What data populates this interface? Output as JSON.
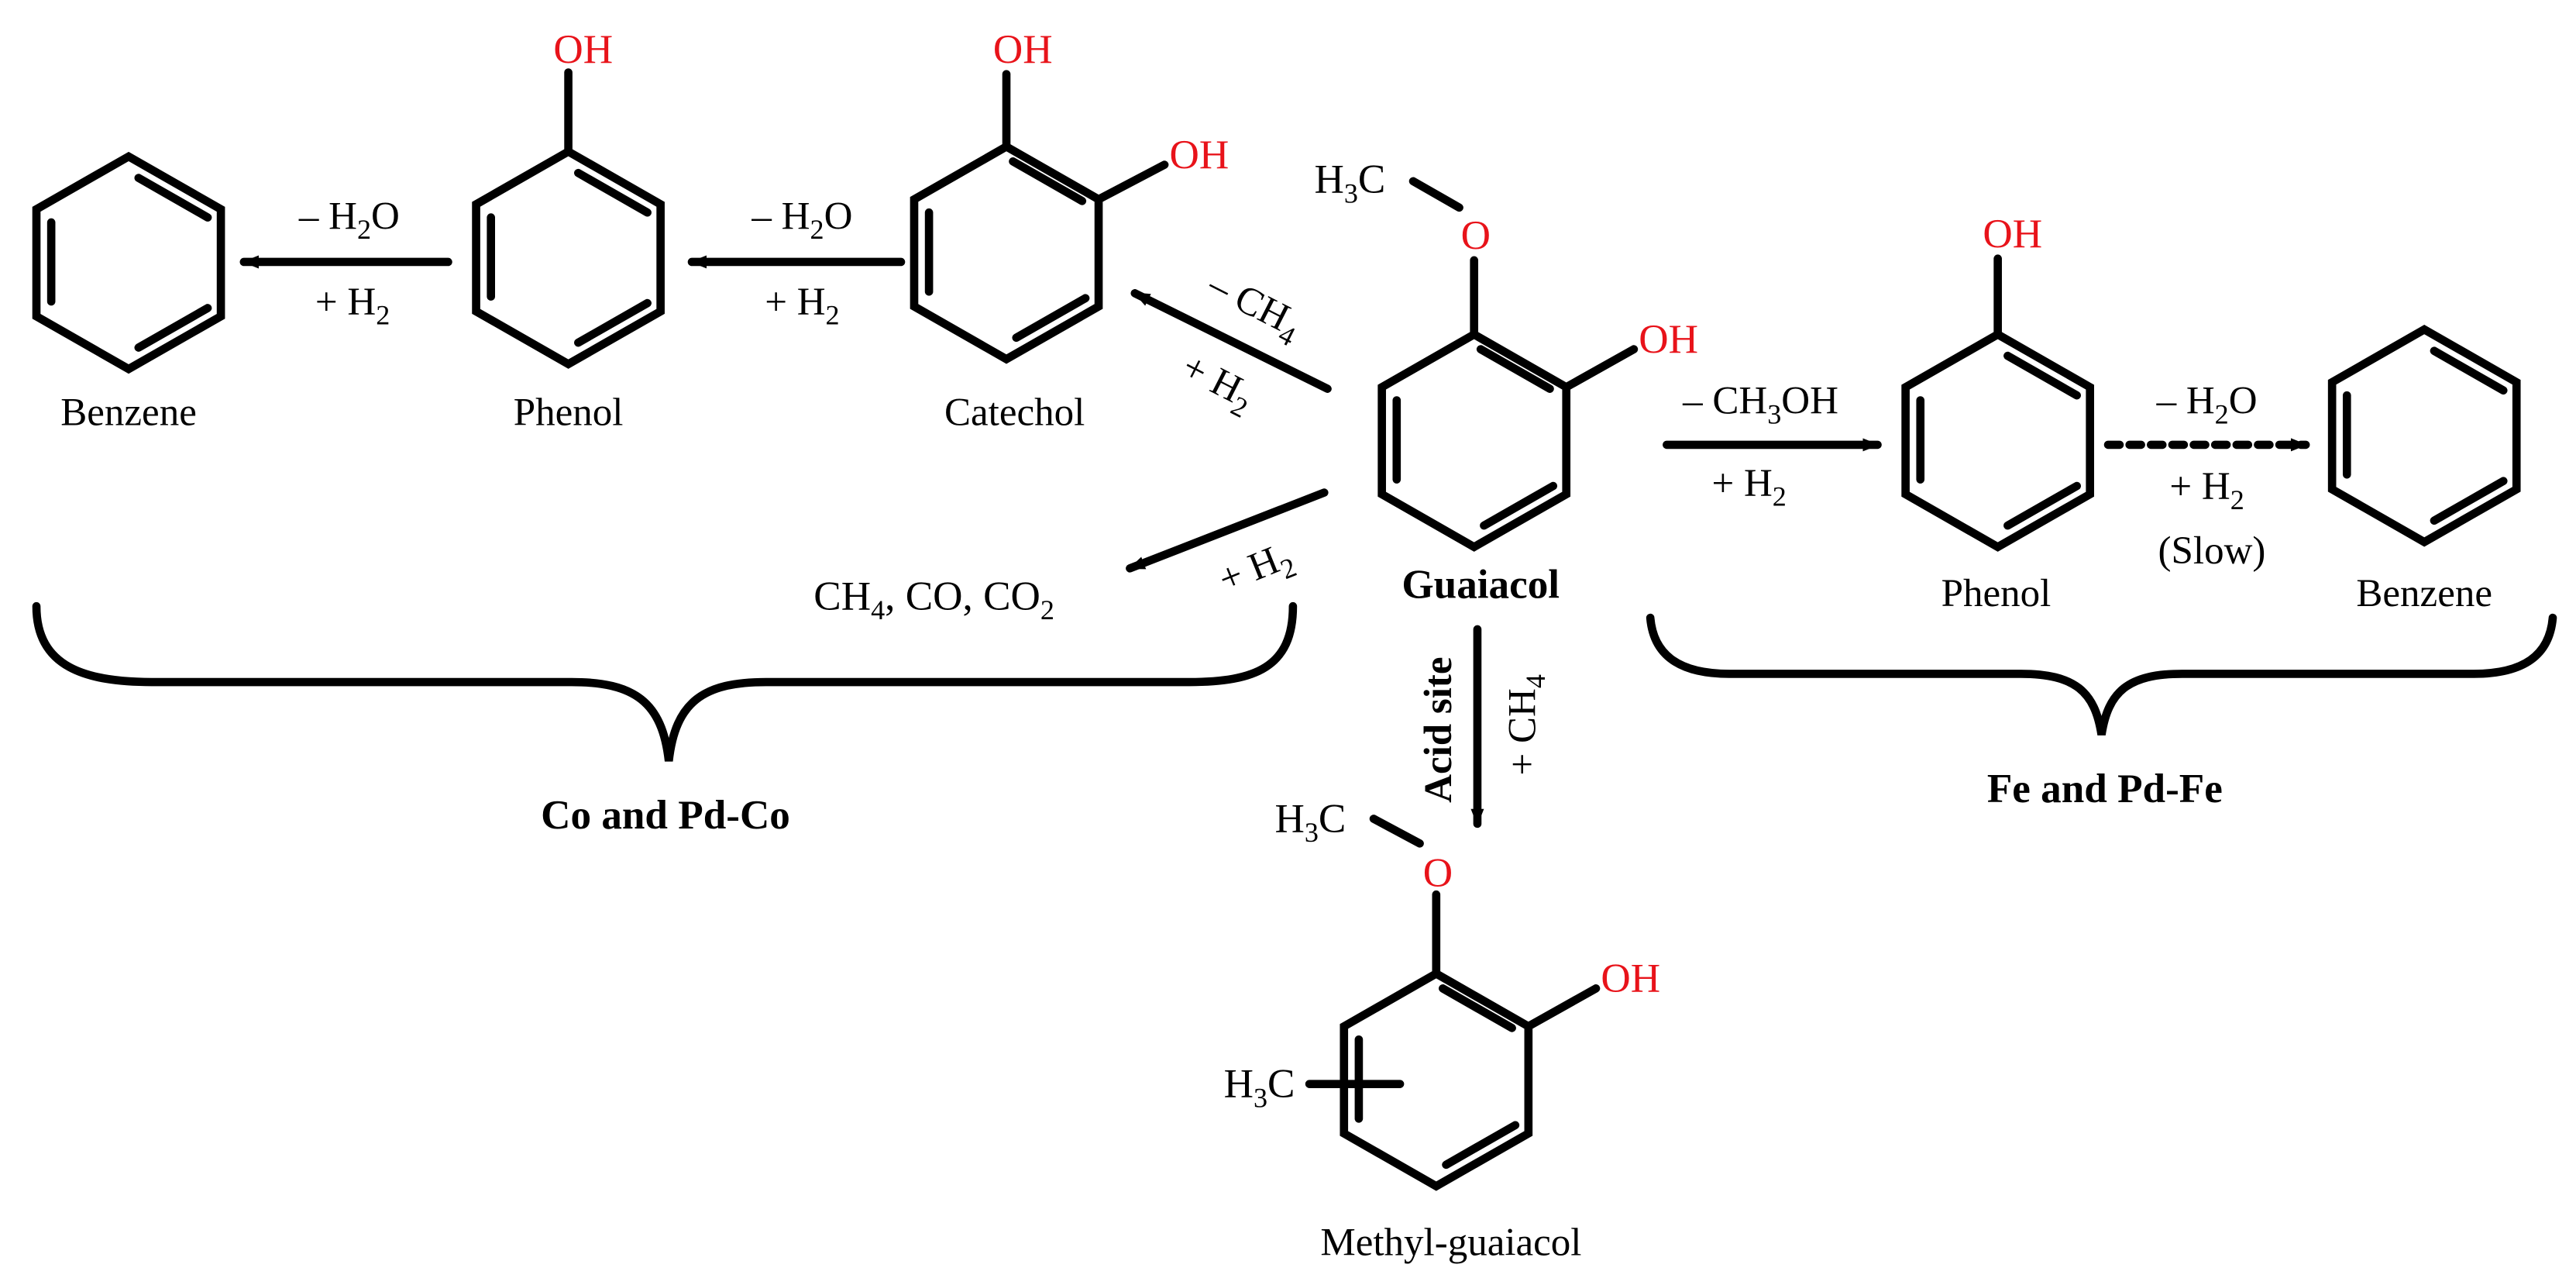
{
  "colors": {
    "heteroatom": "#e8131a",
    "ink": "#000000",
    "background": "#ffffff"
  },
  "molecules": {
    "benzene_left": "Benzene",
    "phenol_left": "Phenol",
    "catechol": "Catechol",
    "guaiacol": "Guaiacol",
    "phenol_right": "Phenol",
    "benzene_right": "Benzene",
    "methyl_guaiacol": "Methyl-guaiacol",
    "gases": {
      "ch": "CH",
      "s4": "4",
      "co": ", CO, CO",
      "s2": "2"
    }
  },
  "atoms": {
    "oh": "OH",
    "o": "O",
    "h": "H",
    "c": "C",
    "three": "3"
  },
  "reagents": {
    "minus_h2o": {
      "pre": "– H",
      "sub": "2",
      "post": "O"
    },
    "plus_h2": {
      "pre": "+ H",
      "sub": "2"
    },
    "minus_ch4": {
      "pre": "– CH",
      "sub": "4"
    },
    "plus_ch4": {
      "pre": "+ CH",
      "sub": "4"
    },
    "minus_ch3oh": {
      "pre": "– CH",
      "sub": "3",
      "post": "OH"
    },
    "slow": "(Slow)",
    "acid_site": "Acid site"
  },
  "groups": {
    "left": "Co and Pd-Co",
    "right": "Fe and Pd-Fe"
  }
}
